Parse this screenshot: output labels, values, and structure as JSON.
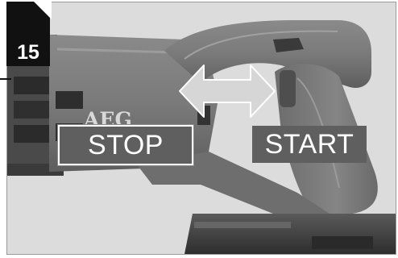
{
  "figure": {
    "step_number": "15",
    "brand_logo_text": "AEG",
    "labels": {
      "stop": "STOP",
      "start": "START"
    },
    "icons": [
      "double-arrow-icon"
    ],
    "colors": {
      "label_background": "#5f5f5f",
      "label_text": "#ffffff",
      "step_tab": "#111111",
      "tool_body": "#777777"
    }
  }
}
